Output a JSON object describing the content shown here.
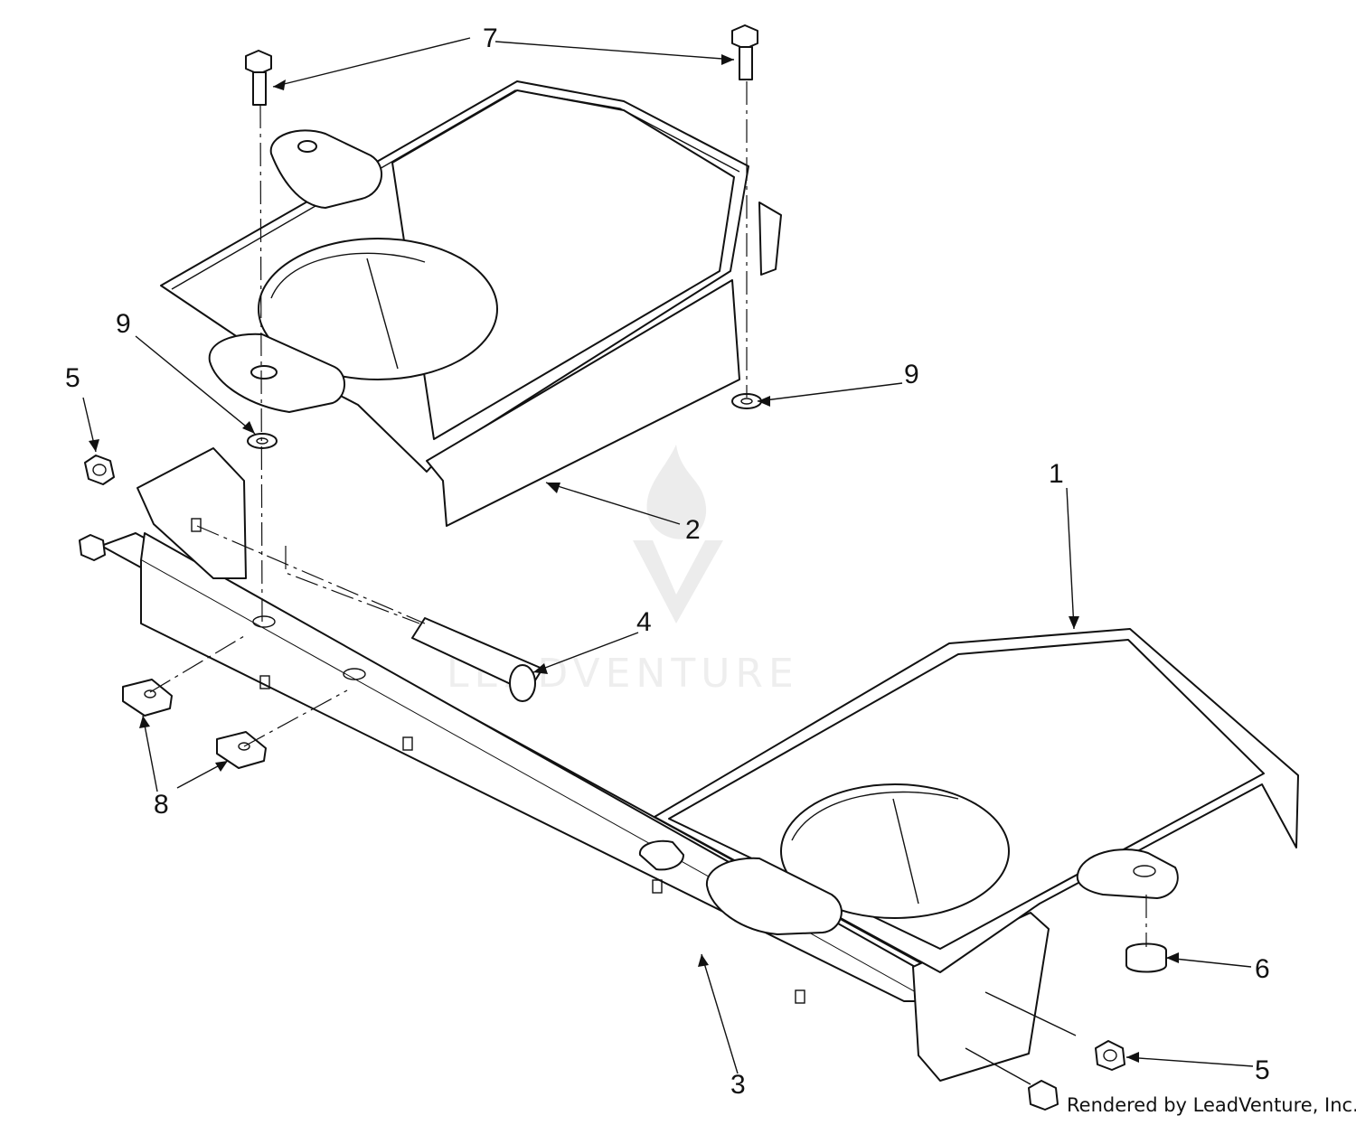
{
  "callouts": [
    {
      "id": "1",
      "label": "1"
    },
    {
      "id": "2",
      "label": "2"
    },
    {
      "id": "3",
      "label": "3"
    },
    {
      "id": "4",
      "label": "4"
    },
    {
      "id": "5",
      "label": "5"
    },
    {
      "id": "6",
      "label": "6"
    },
    {
      "id": "7",
      "label": "7"
    },
    {
      "id": "8",
      "label": "8"
    },
    {
      "id": "9",
      "label": "9"
    }
  ],
  "watermark": "LEADVENTURE",
  "credit": "Rendered by LeadVenture, Inc."
}
